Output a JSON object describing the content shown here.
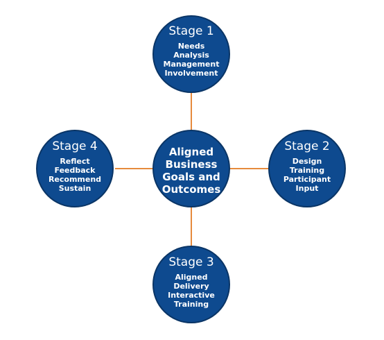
{
  "colors": {
    "node_fill": "#0e4a8f",
    "node_border": "#0a3566",
    "connector": "#e68a3c",
    "text": "#ffffff"
  },
  "center": {
    "lines": [
      "Aligned",
      "Business",
      "Goals and",
      "Outcomes"
    ]
  },
  "stages": [
    {
      "title": "Stage 1",
      "lines": [
        "Needs",
        "Analysis",
        "Management",
        "Involvement"
      ]
    },
    {
      "title": "Stage 2",
      "lines": [
        "Design",
        "Training",
        "Participant",
        "Input"
      ]
    },
    {
      "title": "Stage 3",
      "lines": [
        "Aligned",
        "Delivery",
        "Interactive",
        "Training"
      ]
    },
    {
      "title": "Stage 4",
      "lines": [
        "Reflect",
        "Feedback",
        "Recommend",
        "Sustain"
      ]
    }
  ]
}
